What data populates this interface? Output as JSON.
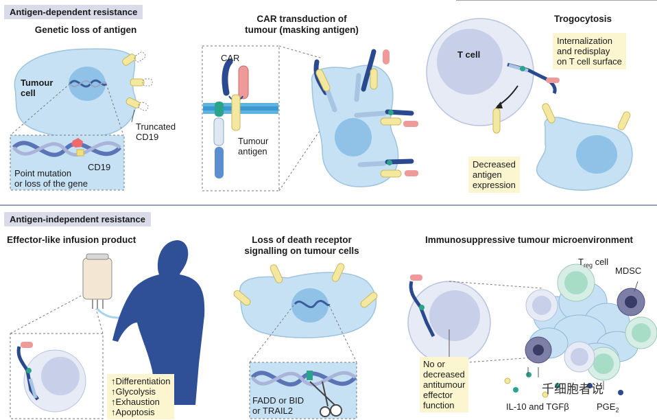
{
  "top": {
    "section_label": "Antigen-dependent resistance",
    "genetic_loss": {
      "title": "Genetic loss of antigen",
      "tumour_cell": "Tumour\ncell",
      "truncated": "Truncated\nCD19",
      "cd19": "CD19",
      "point_mutation": "Point mutation\nor loss of the gene"
    },
    "car_transduction": {
      "title": "CAR transduction of\ntumour (masking antigen)",
      "car": "CAR",
      "tumour_antigen": "Tumour\nantigen"
    },
    "trogocytosis": {
      "title": "Trogocytosis",
      "t_cell": "T cell",
      "internalization": "Internalization\nand redisplay\non T cell surface",
      "decreased": "Decreased\nantigen\nexpression"
    }
  },
  "bottom": {
    "section_label": "Antigen-independent resistance",
    "effector": {
      "title": "Effector-like infusion product",
      "list": [
        "↑Differentiation",
        "↑Glycolysis",
        "↑Exhaustion",
        "↑Apoptosis"
      ]
    },
    "death_receptor": {
      "title": "Loss of death receptor\nsignalling on tumour cells",
      "fadd": "FADD or BID\nor TRAIL2"
    },
    "immunosuppressive": {
      "title": "Immunosuppressive tumour microenvironment",
      "treg_prefix": "T",
      "treg_sub": "reg",
      "treg_suffix": " cell",
      "mdsc": "MDSC",
      "no_decreased": "No or\ndecreased\nantitumour\neffector\nfunction",
      "il10": "IL-10 and TGFβ",
      "pge_prefix": "PGE",
      "pge_sub": "2"
    },
    "watermark": "千细胞者说"
  },
  "colors": {
    "tag_bg": "#d9dbe9",
    "cell_fill": "#c6e0f4",
    "nucleus_fill": "#8fc2e6",
    "note_bg": "#fbf6cf",
    "antigen": "#f4e7a0",
    "car_dark": "#2a4a8f",
    "car_pink": "#ef9a9a",
    "teal": "#2ba38a"
  }
}
